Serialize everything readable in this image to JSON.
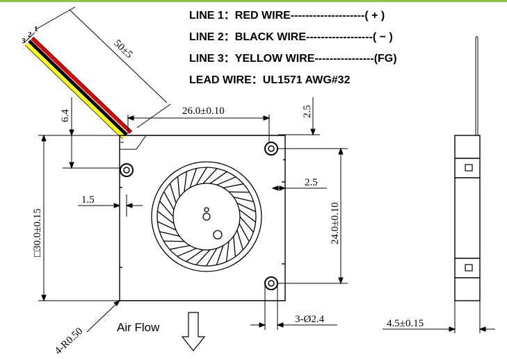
{
  "spec": {
    "line1": "LINE 1：RED WIRE--------------------( + )",
    "line2": "LINE 2：BLACK WIRE------------------( − )",
    "line3": "LINE 3：YELLOW WIRE----------------(FG)",
    "lead": "LEAD WIRE：UL1571 AWG#32"
  },
  "wires": {
    "n1": "1",
    "n2": "2",
    "n3": "3",
    "colors": {
      "red": "#e00000",
      "black": "#000000",
      "yellow": "#ffff00"
    }
  },
  "dims": {
    "wire_len": "50±5",
    "top_width": "26.0±0.10",
    "top_offset": "2.5",
    "wire_offset": "6.4",
    "side_height": "□30.0±0.15",
    "left_gap": "1.5",
    "hole_inset": "2.5",
    "hole_span": "24.0±0.10",
    "holes": "3-Ø2.4",
    "thickness": "4.5±0.15",
    "corner": "4-R0.50"
  },
  "airflow": {
    "label": "Air Flow"
  },
  "colors": {
    "accent_band": "#8dc63f"
  }
}
